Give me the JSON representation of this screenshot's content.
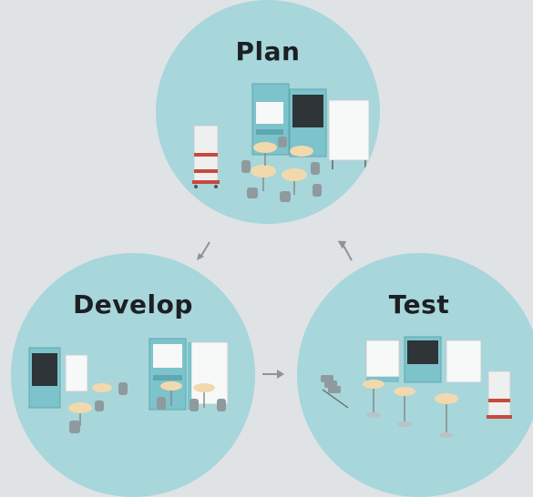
{
  "stages": [
    {
      "id": "plan",
      "label": "Plan"
    },
    {
      "id": "develop",
      "label": "Develop"
    },
    {
      "id": "test",
      "label": "Test"
    }
  ],
  "colors": {
    "background": "#dfe3e5",
    "circle_fill": "#a7d6db",
    "label_text": "#1c1f24",
    "arrow": "#8f9397",
    "table_top": "#f2d9ad",
    "whiteboard": "#f7f8f8",
    "screen": "#2e3438",
    "panel_frame": "#7cc3cb",
    "chair": "#8f9a9e",
    "cart_accent": "#c74a3d"
  },
  "arrows": [
    {
      "from": "plan",
      "to": "develop",
      "icon": "arrow-down-left-icon"
    },
    {
      "from": "develop",
      "to": "test",
      "icon": "arrow-right-icon"
    },
    {
      "from": "test",
      "to": "plan",
      "icon": "arrow-up-left-icon"
    }
  ]
}
